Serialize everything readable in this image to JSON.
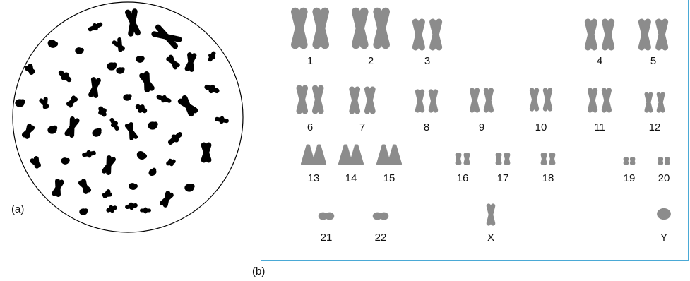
{
  "panels": {
    "a_label": "(a)",
    "b_label": "(b)"
  },
  "colors": {
    "metaphase_chromosome": "#000000",
    "karyotype_chromosome": "#8c8c8c",
    "frame_line": "#4aa9d6",
    "circle_line": "#000000"
  },
  "karyotype": {
    "labels": [
      "1",
      "2",
      "3",
      "4",
      "5",
      "6",
      "7",
      "8",
      "9",
      "10",
      "11",
      "12",
      "13",
      "14",
      "15",
      "16",
      "17",
      "18",
      "19",
      "20",
      "21",
      "22",
      "X",
      "Y"
    ]
  }
}
